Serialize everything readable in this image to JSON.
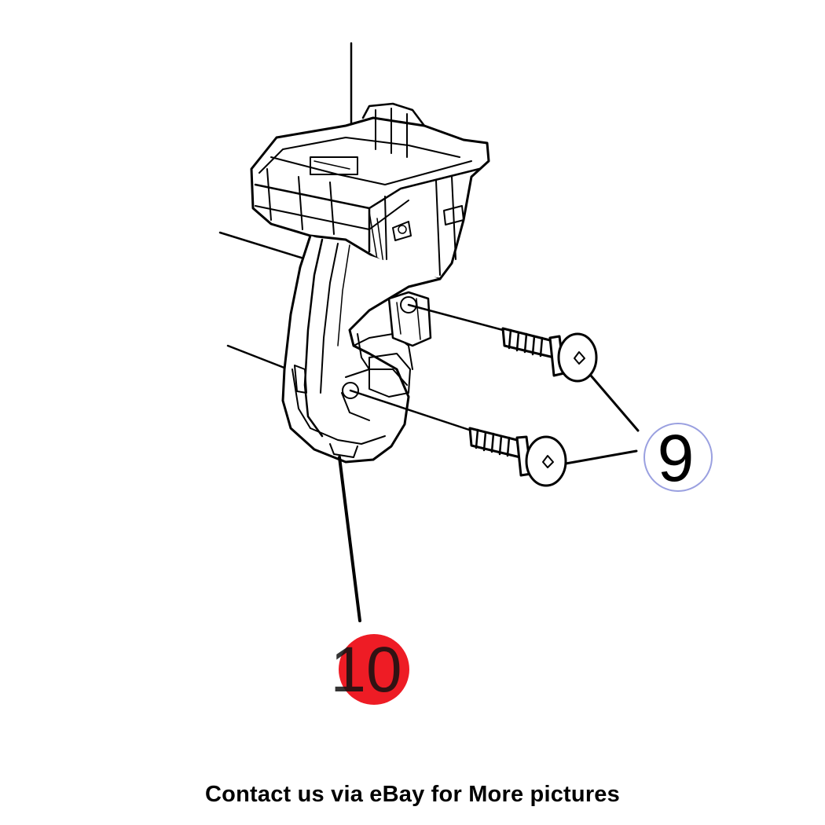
{
  "callouts": {
    "fasteners": {
      "number": "9",
      "ring_color": "#9aa0e0"
    },
    "hinge": {
      "number": "10",
      "highlight_color": "#ee1c25"
    }
  },
  "caption": "Contact us via eBay for More pictures"
}
